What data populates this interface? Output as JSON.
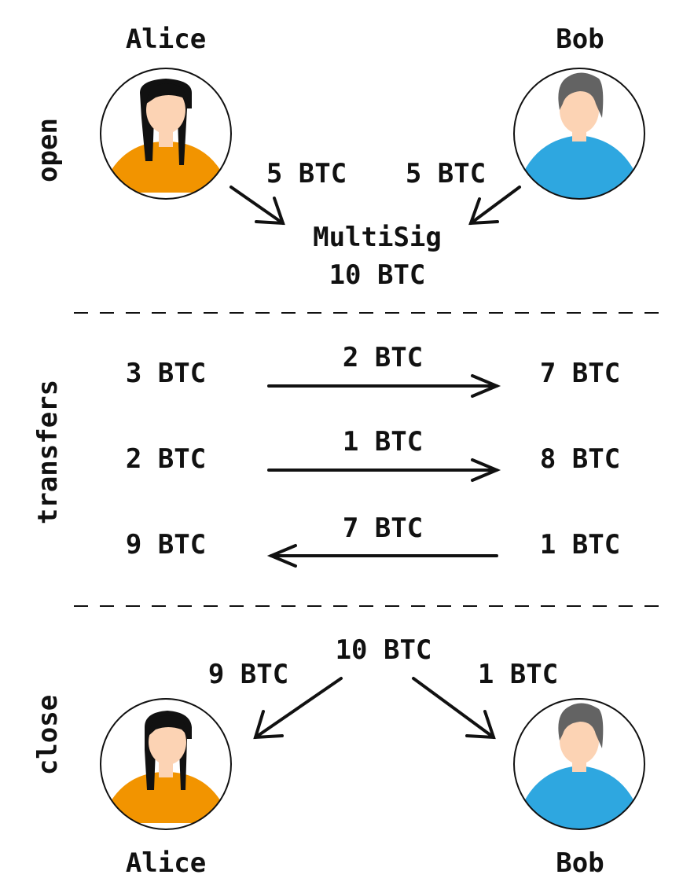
{
  "participants": {
    "alice": "Alice",
    "bob": "Bob"
  },
  "sections": {
    "open": "open",
    "transfers": "transfers",
    "close": "close"
  },
  "open_phase": {
    "alice_deposit": "5 BTC",
    "bob_deposit": "5 BTC",
    "multisig_label": "MultiSig",
    "multisig_total": "10 BTC"
  },
  "transfers": [
    {
      "alice_balance": "3 BTC",
      "amount": "2 BTC",
      "bob_balance": "7 BTC",
      "direction": "alice-to-bob"
    },
    {
      "alice_balance": "2 BTC",
      "amount": "1 BTC",
      "bob_balance": "8 BTC",
      "direction": "alice-to-bob"
    },
    {
      "alice_balance": "9 BTC",
      "amount": "7 BTC",
      "bob_balance": "1 BTC",
      "direction": "bob-to-alice"
    }
  ],
  "close_phase": {
    "total": "10 BTC",
    "alice_payout": "9 BTC",
    "bob_payout": "1 BTC"
  },
  "colors": {
    "alice_shirt": "#f29400",
    "bob_shirt": "#2ea7e0",
    "skin": "#fcd3b4",
    "alice_hair": "#111111",
    "bob_hair": "#636363",
    "ink": "#111111"
  }
}
